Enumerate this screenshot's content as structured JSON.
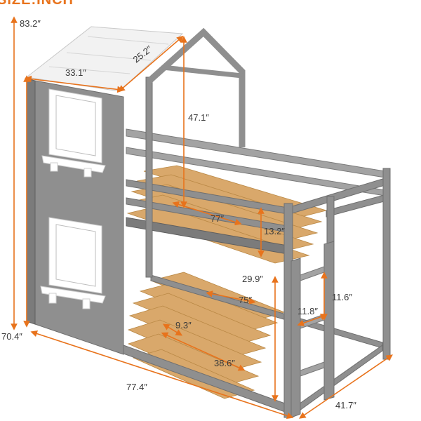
{
  "header": {
    "title": "SIZE:INCH"
  },
  "dimensions": {
    "total_height": "83.2″",
    "roof_width": "33.1″",
    "roof_depth": "25.2″",
    "top_bunk_height": "47.1″",
    "top_bunk_inner_length": "77″",
    "guardrail_height": "13.2″",
    "bottom_clearance": "29.9″",
    "bottom_inner_length": "75″",
    "ladder_step": "11.6″",
    "ladder_width": "11.8″",
    "slat_gap": "9.3″",
    "mattress_width": "38.6″",
    "house_height": "70.4″",
    "overall_length": "77.4″",
    "overall_width": "41.7″"
  },
  "colors": {
    "accent": "#e8731c",
    "frame": "#8f8f8f",
    "slats": "#d9a86b",
    "roof": "#f2f2f2"
  }
}
